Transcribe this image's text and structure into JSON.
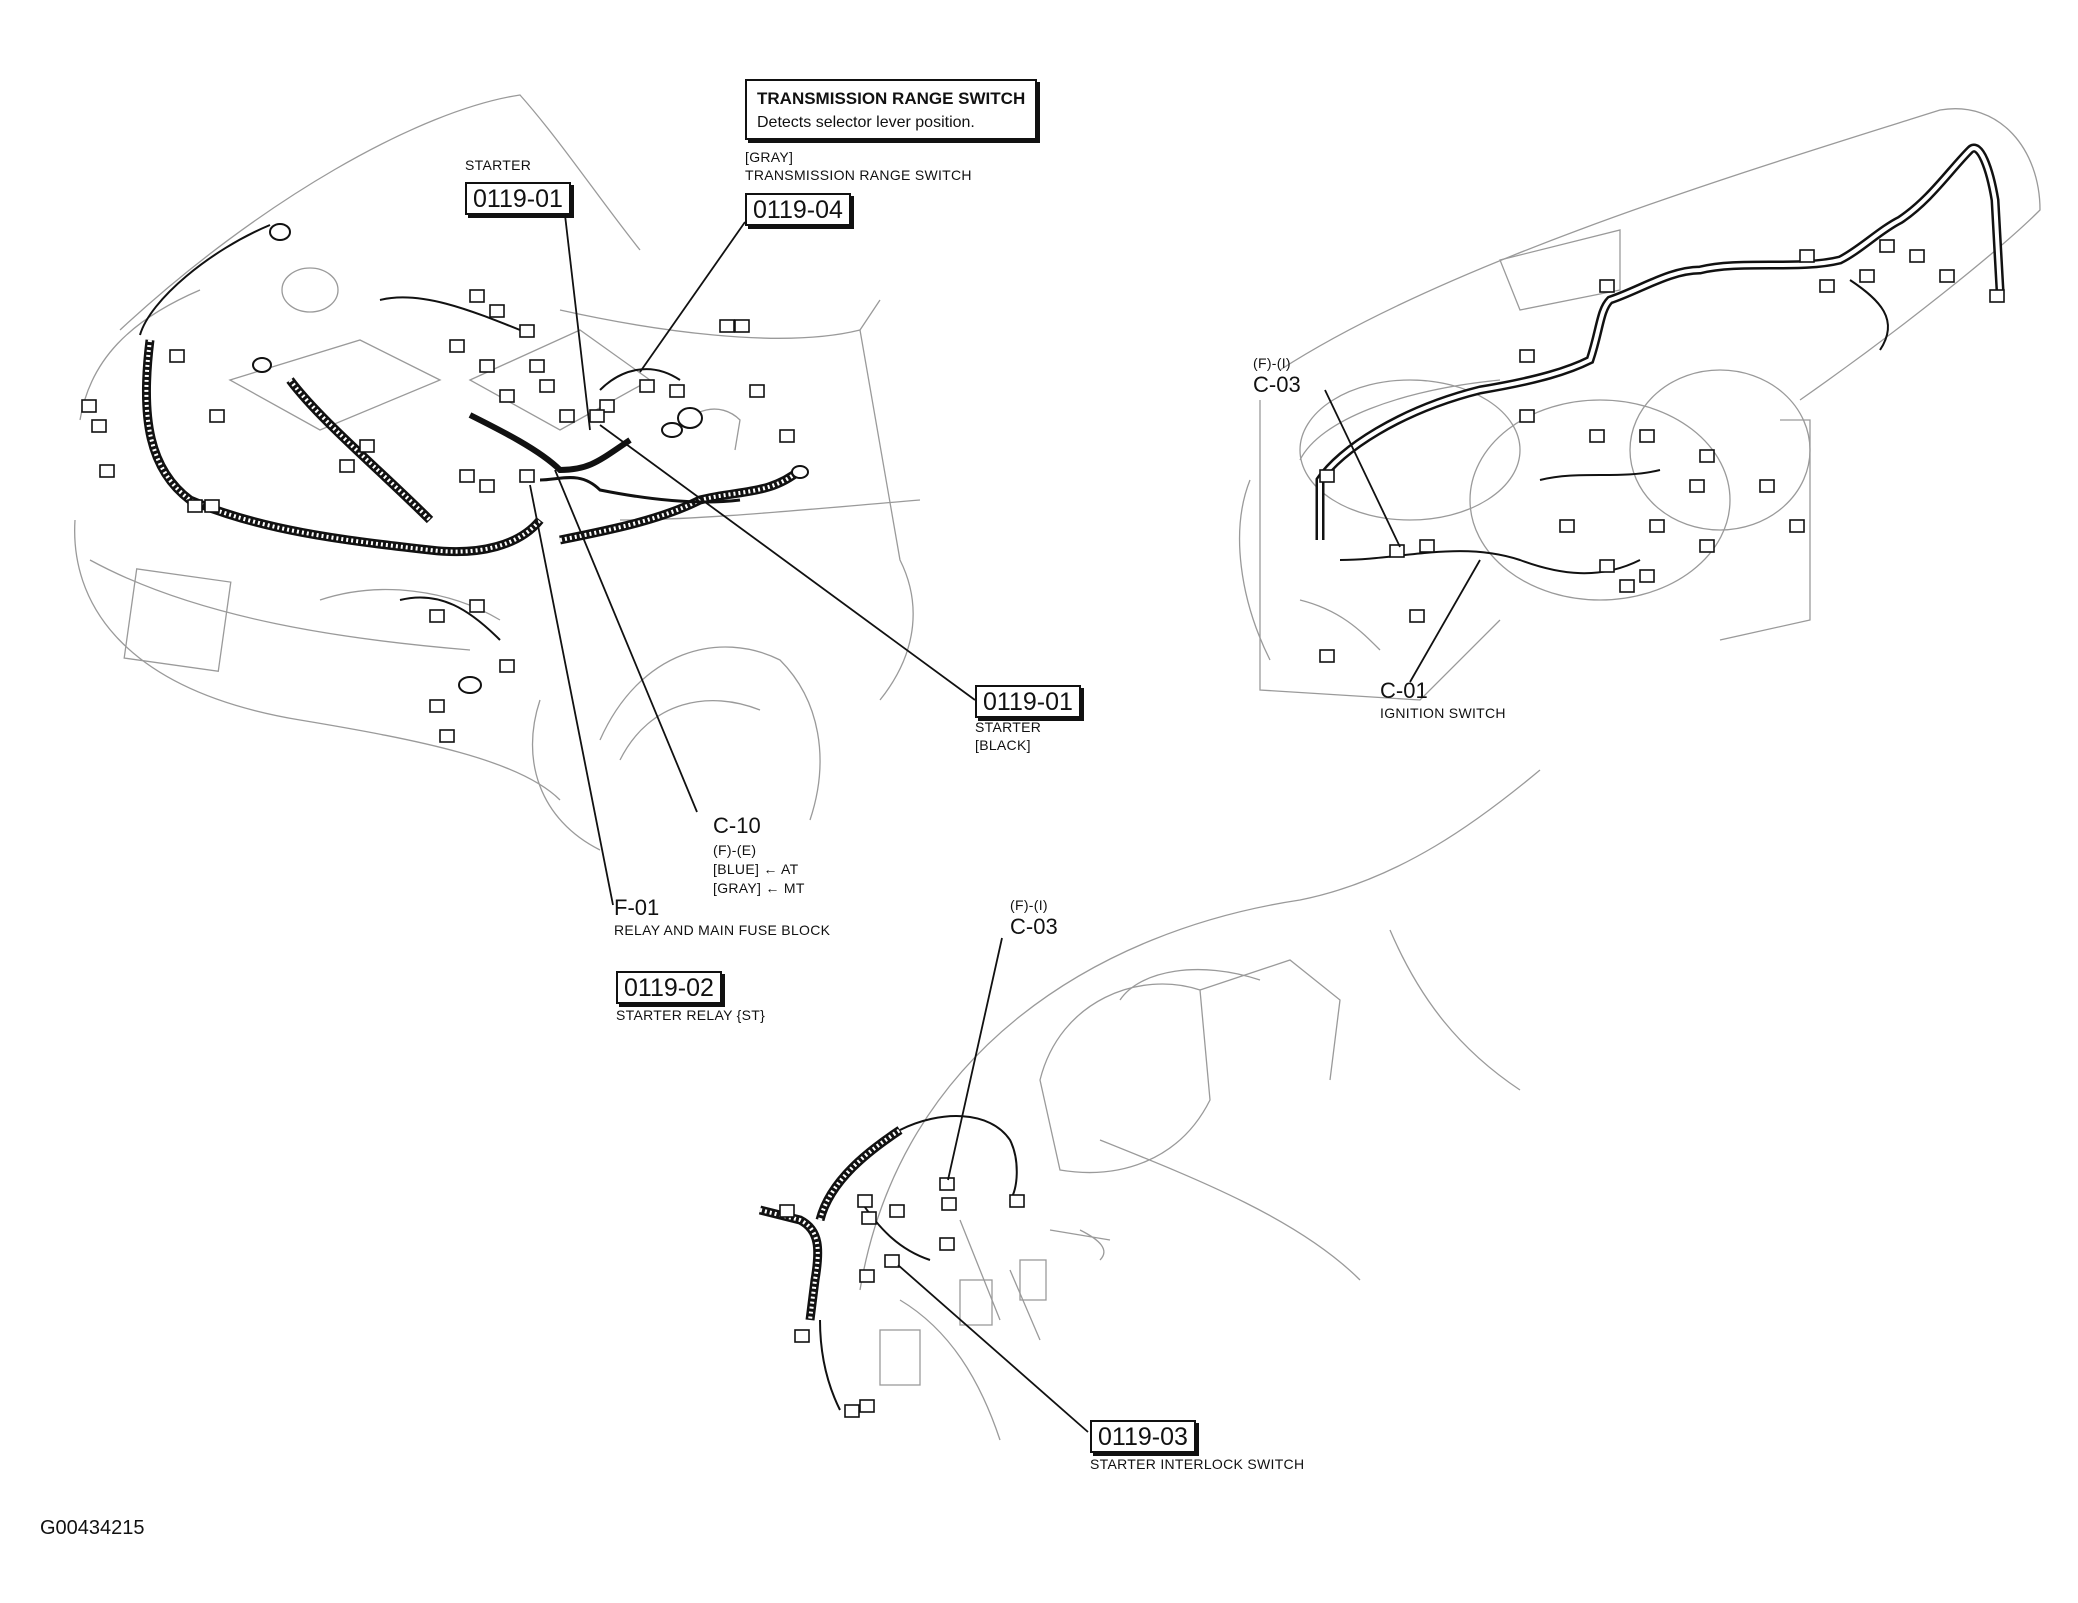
{
  "callout": {
    "title": "TRANSMISSION RANGE SWITCH",
    "desc": "Detects selector lever position."
  },
  "starter_top": {
    "caption": "STARTER",
    "code": "0119-01"
  },
  "trs": {
    "color": "[GRAY]",
    "caption": "TRANSMISSION RANGE SWITCH",
    "code": "0119-04"
  },
  "starter_right": {
    "code": "0119-01",
    "caption": "STARTER",
    "color": "[BLACK]"
  },
  "c10": {
    "code": "C-10",
    "pos": "(F)-(E)",
    "blue": "[BLUE] ← AT",
    "gray": "[GRAY] ← MT"
  },
  "f01": {
    "code": "F-01",
    "caption": "RELAY AND MAIN FUSE BLOCK"
  },
  "relay": {
    "code": "0119-02",
    "caption": "STARTER RELAY {ST}"
  },
  "dash_c03": {
    "pos": "(F)-(I)",
    "code": "C-03"
  },
  "c01": {
    "code": "C-01",
    "caption": "IGNITION SWITCH"
  },
  "pedal_c03": {
    "pos": "(F)-(I)",
    "code": "C-03"
  },
  "interlock": {
    "code": "0119-03",
    "caption": "STARTER INTERLOCK SWITCH"
  },
  "figure_id": "G00434215"
}
